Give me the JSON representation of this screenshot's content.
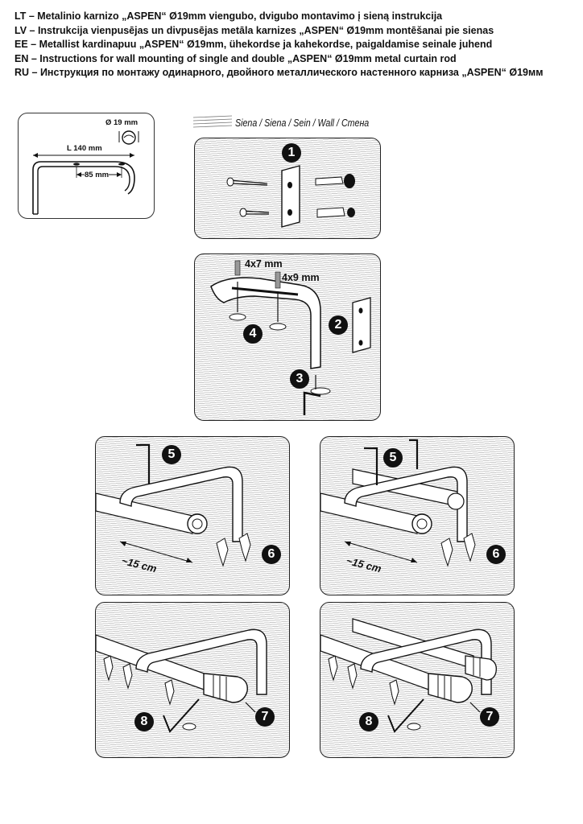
{
  "header": {
    "lines": [
      "LT – Metalinio karnizo „ASPEN“ Ø19mm viengubo, dvigubo montavimo į sieną instrukcija",
      "LV – Instrukcija vienpusējas un divpusējas metāla karnizes „ASPEN“ Ø19mm montēšanai pie sienas",
      "EE – Metallist kardinapuu „ASPEN“ Ø19mm, ühekordse ja kahekordse, paigaldamise seinale juhend",
      "EN – Instructions for wall mounting of single and double „ASPEN“ Ø19mm metal curtain rod",
      "RU – Инструкция по монтажу одинарного, двойного металлического настенного карниза „ASPEN“ Ø19мм"
    ]
  },
  "spec": {
    "diameter": "Ø 19 mm",
    "length": "L 140 mm",
    "spacing": "85 mm"
  },
  "wall_legend": {
    "label": "Siena / Siena / Sein / Wall / Стена"
  },
  "panels": {
    "p1": {
      "step": "1"
    },
    "p2": {
      "steps": [
        "4",
        "2",
        "3"
      ],
      "screw_a": "4x7 mm",
      "screw_b": "4x9 mm"
    },
    "p3": {
      "steps": [
        "5",
        "6"
      ],
      "distance": "~15 cm"
    },
    "p4": {
      "steps": [
        "5",
        "6"
      ],
      "distance": "~15 cm"
    },
    "p5": {
      "steps": [
        "8",
        "7"
      ]
    },
    "p6": {
      "steps": [
        "8",
        "7"
      ]
    }
  },
  "colors": {
    "ink": "#111111",
    "hatch": "#c9c9c9",
    "paper": "#ffffff"
  }
}
